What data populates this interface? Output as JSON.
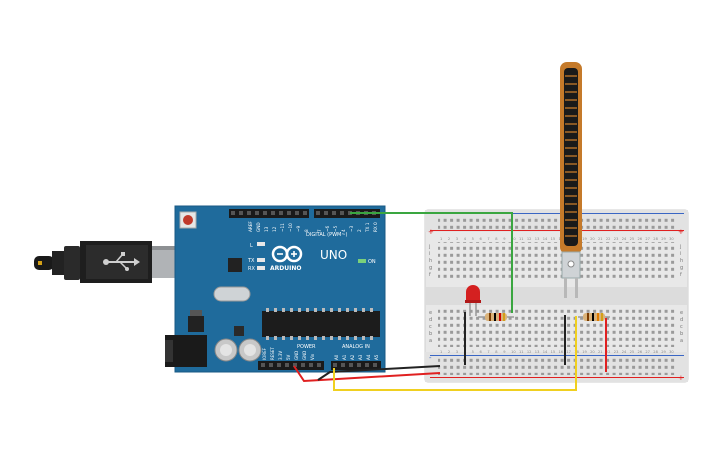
{
  "board": {
    "brand": "ARDUINO",
    "model": "UNO",
    "on_label": "ON",
    "digital_label": "DIGITAL (PWM~)",
    "power_label": "POWER",
    "analog_label": "ANALOG IN",
    "aref_label": "AREF",
    "gnd_label": "GND",
    "tx_label": "TX",
    "rx_label": "RX",
    "l_label": "L",
    "digital_pins": [
      "13",
      "12",
      "~11",
      "~10",
      "~9",
      "8",
      "7",
      "~6",
      "~5",
      "4",
      "~3",
      "2",
      "TX 1",
      "RX 0"
    ],
    "power_pins": [
      "IOREF",
      "RESET",
      "3.3V",
      "5V",
      "GND",
      "GND",
      "Vin"
    ],
    "analog_pins": [
      "A0",
      "A1",
      "A2",
      "A3",
      "A4",
      "A5"
    ]
  },
  "breadboard": {
    "row_letters_top": [
      "j",
      "i",
      "h",
      "g",
      "f"
    ],
    "row_letters_bottom": [
      "e",
      "d",
      "c",
      "b",
      "a"
    ],
    "column_numbers": [
      "1",
      "2",
      "3",
      "4",
      "5",
      "6",
      "7",
      "8",
      "9",
      "10",
      "11",
      "12",
      "13",
      "14",
      "15",
      "16",
      "17",
      "18",
      "19",
      "20",
      "21",
      "22",
      "23",
      "24",
      "25",
      "26",
      "27",
      "28",
      "29",
      "30"
    ],
    "rail_plus": "+",
    "rail_minus": "-"
  },
  "colors": {
    "board_blue": "#1f6b9c",
    "breadboard": "#e8e8e8",
    "wire_green": "#3aa640",
    "wire_red": "#e02020",
    "wire_yellow": "#f0d020",
    "wire_black": "#222222",
    "led_red": "#d42020",
    "flex_sensor": "#c57a2a"
  }
}
